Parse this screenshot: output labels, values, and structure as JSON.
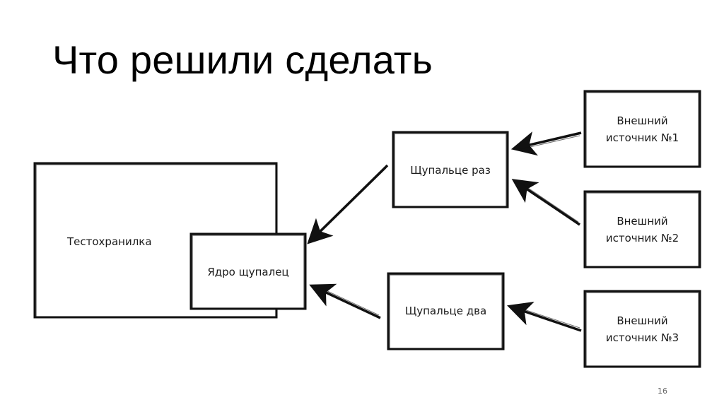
{
  "slide": {
    "title": "Что решили сделать",
    "page_number": "16"
  },
  "diagram": {
    "nodes": {
      "storage": "Тестохранилка",
      "core": "Ядро щупалец",
      "tentacle_one": "Щупальце раз",
      "tentacle_two": "Щупальце два",
      "source_1": "Внешний\nисточник №1",
      "source_2": "Внешний\nисточник №2",
      "source_3": "Внешний\nисточник №3"
    },
    "edges": [
      {
        "from": "Щупальце раз",
        "to": "Ядро щупалец"
      },
      {
        "from": "Щупальце два",
        "to": "Ядро щупалец"
      },
      {
        "from": "Внешний источник №1",
        "to": "Щупальце раз"
      },
      {
        "from": "Внешний источник №2",
        "to": "Щупальце раз"
      },
      {
        "from": "Внешний источник №3",
        "to": "Щупальце два"
      }
    ]
  },
  "colors": {
    "stroke": "#111111",
    "background": "#ffffff"
  }
}
